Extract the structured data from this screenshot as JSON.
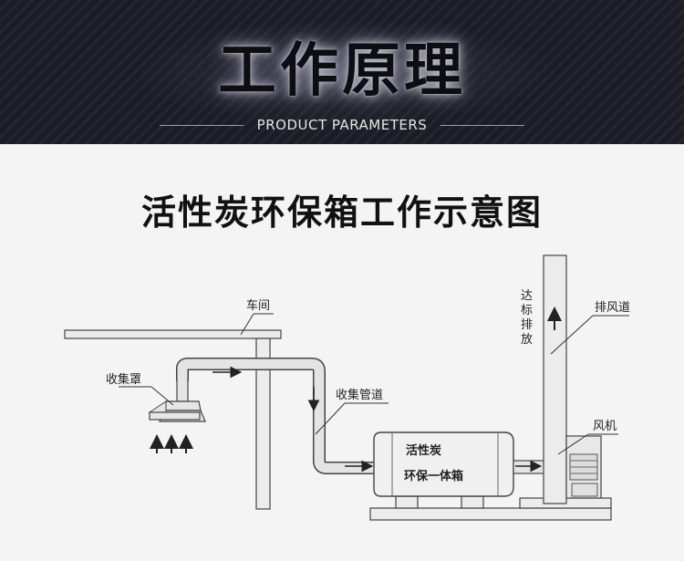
{
  "banner": {
    "title": "工作原理",
    "subtitle": "PRODUCT PARAMETERS"
  },
  "diagram": {
    "title": "活性炭环保箱工作示意图",
    "labels": {
      "workshop": "车间",
      "hood": "收集罩",
      "duct": "收集管道",
      "box_line1": "活性炭",
      "box_line2": "环保一体箱",
      "exhaust": "排风道",
      "discharge": [
        "达",
        "标",
        "排",
        "放"
      ],
      "fan": "风机"
    }
  },
  "colors": {
    "banner_bg": "#1c1c24",
    "pipe": "#e2e2e2",
    "stroke": "#444444"
  }
}
